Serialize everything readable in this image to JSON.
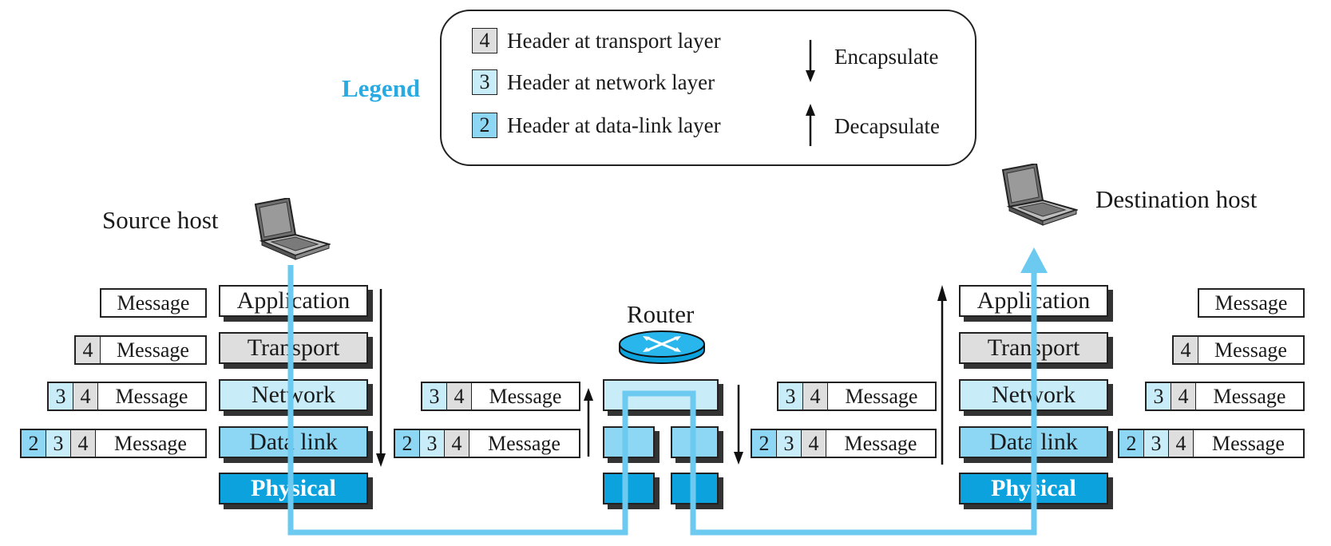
{
  "legend": {
    "title": "Legend",
    "items": [
      {
        "key": "4",
        "text": "Header at transport layer",
        "color": "#dedede"
      },
      {
        "key": "3",
        "text": "Header at network layer",
        "color": "#c8ecf8"
      },
      {
        "key": "2",
        "text": "Header at data-link layer",
        "color": "#8ed7f4"
      }
    ],
    "encapsulate": "Encapsulate",
    "decapsulate": "Decapsulate"
  },
  "source": {
    "label": "Source host",
    "layers": [
      "Application",
      "Transport",
      "Network",
      "Data link",
      "Physical"
    ],
    "packets": [
      {
        "headers": [],
        "message": "Message"
      },
      {
        "headers": [
          "4"
        ],
        "message": "Message"
      },
      {
        "headers": [
          "3",
          "4"
        ],
        "message": "Message"
      },
      {
        "headers": [
          "2",
          "3",
          "4"
        ],
        "message": "Message"
      }
    ]
  },
  "router": {
    "label": "Router",
    "left_packets": [
      {
        "headers": [
          "3",
          "4"
        ],
        "message": "Message"
      },
      {
        "headers": [
          "2",
          "3",
          "4"
        ],
        "message": "Message"
      }
    ],
    "right_packets": [
      {
        "headers": [
          "3",
          "4"
        ],
        "message": "Message"
      },
      {
        "headers": [
          "2",
          "3",
          "4"
        ],
        "message": "Message"
      }
    ]
  },
  "destination": {
    "label": "Destination host",
    "layers": [
      "Application",
      "Transport",
      "Network",
      "Data link",
      "Physical"
    ],
    "packets": [
      {
        "headers": [],
        "message": "Message"
      },
      {
        "headers": [
          "4"
        ],
        "message": "Message"
      },
      {
        "headers": [
          "3",
          "4"
        ],
        "message": "Message"
      },
      {
        "headers": [
          "2",
          "3",
          "4"
        ],
        "message": "Message"
      }
    ]
  },
  "colors": {
    "path": "#6cc9ef",
    "header_transport": "#dedede",
    "header_network": "#c8ecf8",
    "header_datalink": "#8ed7f4",
    "physical": "#0ba2de",
    "legend_title": "#29abe2"
  }
}
